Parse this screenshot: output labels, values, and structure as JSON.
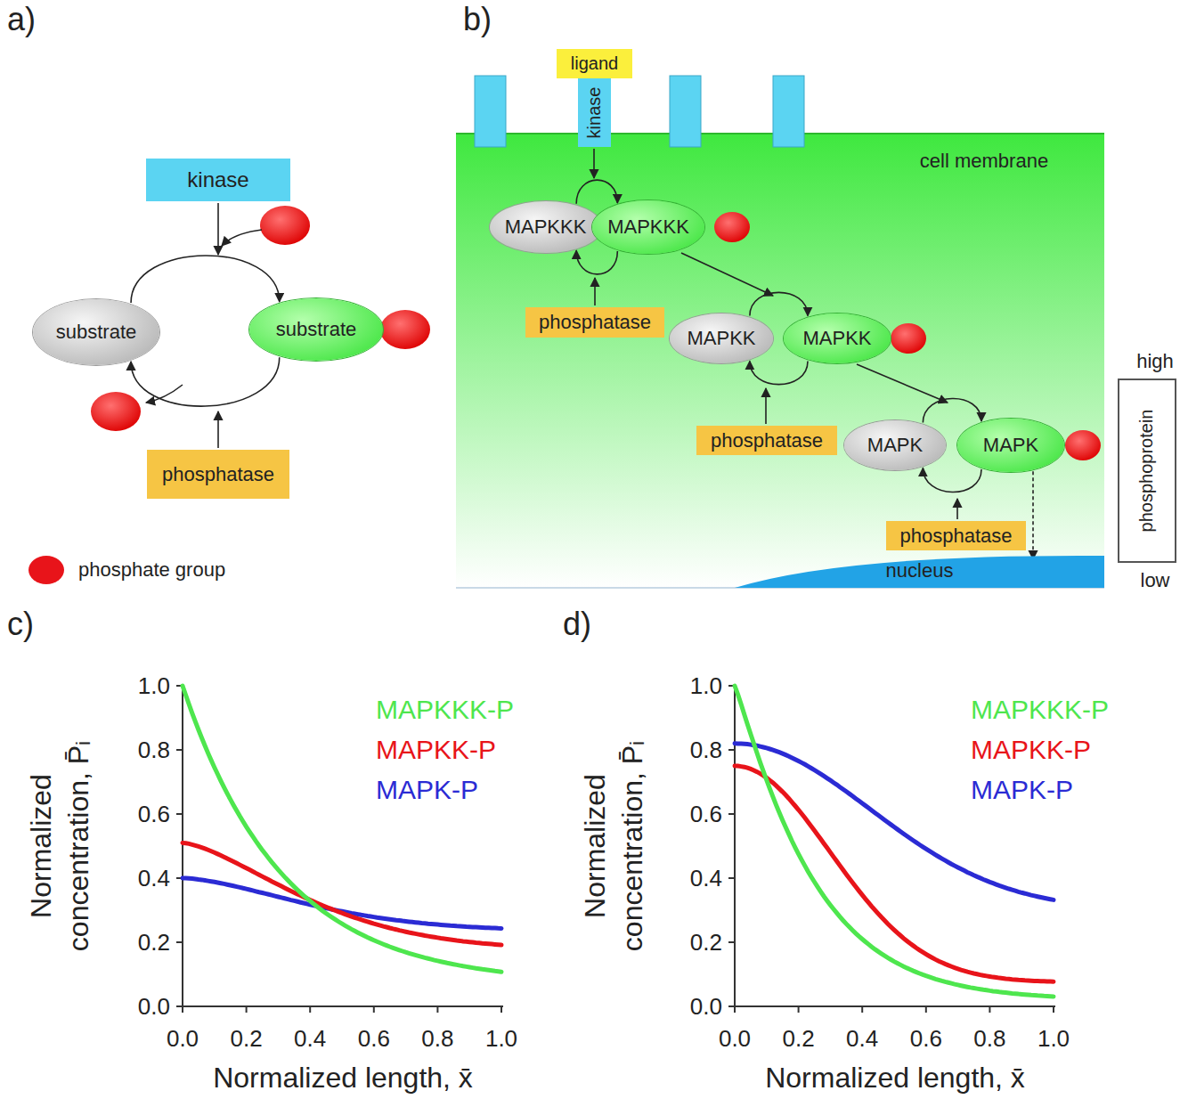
{
  "diagram": {
    "nodes": [
      {
        "text": [
          "kinase"
        ]
      },
      {
        "text": [
          "substrate"
        ]
      },
      {
        "text": [
          "substrate"
        ]
      },
      {
        "text": [
          "phosphatase"
        ]
      },
      {
        "text": [
          "ligand"
        ]
      },
      {
        "text": [
          "kinase"
        ]
      },
      {
        "text": [
          "MAPKKK"
        ]
      },
      {
        "text": [
          "MAPKKK"
        ]
      },
      {
        "text": [
          "phosphatase"
        ]
      },
      {
        "text": [
          "MAPKK"
        ]
      },
      {
        "text": [
          "MAPKK"
        ]
      },
      {
        "text": [
          "phosphatase"
        ]
      },
      {
        "text": [
          "MAPK"
        ]
      },
      {
        "text": [
          "MAPK"
        ]
      },
      {
        "text": [
          "phosphatase"
        ]
      },
      {
        "text": [
          "nucleus"
        ]
      },
      {
        "text": [
          "phosphoprotein"
        ]
      }
    ],
    "edges": [
      {
        "from": 1,
        "to": 2,
        "arrow": "to"
      },
      {
        "from": 2,
        "to": 1,
        "arrow": "to"
      },
      {
        "from": 6,
        "to": 7,
        "arrow": "to"
      },
      {
        "from": 7,
        "to": 6,
        "arrow": "to"
      },
      {
        "from": 9,
        "to": 10,
        "arrow": "to"
      },
      {
        "from": 10,
        "to": 9,
        "arrow": "to"
      },
      {
        "from": 12,
        "to": 13,
        "arrow": "to"
      },
      {
        "from": 13,
        "to": 12,
        "arrow": "to"
      },
      {
        "from": 13,
        "to": 15,
        "arrow": "to"
      }
    ],
    "labels": [
      "a)",
      "b)",
      "cell membrane",
      "high",
      "low",
      "c)",
      "0.0",
      "0.2",
      "0.4",
      "0.6",
      "0.8",
      "1.0",
      "0.0",
      "0.2",
      "0.4",
      "0.6",
      "0.8",
      "1.0",
      "Normalized",
      "concentration, P̄ᵢ",
      "Normalized length, x̄",
      "d)",
      "0.0",
      "0.2",
      "0.4",
      "0.6",
      "0.8",
      "1.0",
      "0.0",
      "0.2",
      "0.4",
      "0.6",
      "0.8",
      "1.0",
      "Normalized",
      "concentration, P̄ᵢ",
      "Normalized length, x̄"
    ],
    "legend": [
      {
        "text": "phosphate group",
        "color": "#e8141a"
      },
      {
        "text": "MAPKKK-P",
        "color": "#4ee64e"
      },
      {
        "text": "MAPKK-P",
        "color": "#e8141a"
      },
      {
        "text": "MAPK-P",
        "color": "#2b2bd4"
      },
      {
        "text": "MAPKKK-P",
        "color": "#4ee64e"
      },
      {
        "text": "MAPKK-P",
        "color": "#e8141a"
      },
      {
        "text": "MAPK-P",
        "color": "#2b2bd4"
      }
    ]
  }
}
